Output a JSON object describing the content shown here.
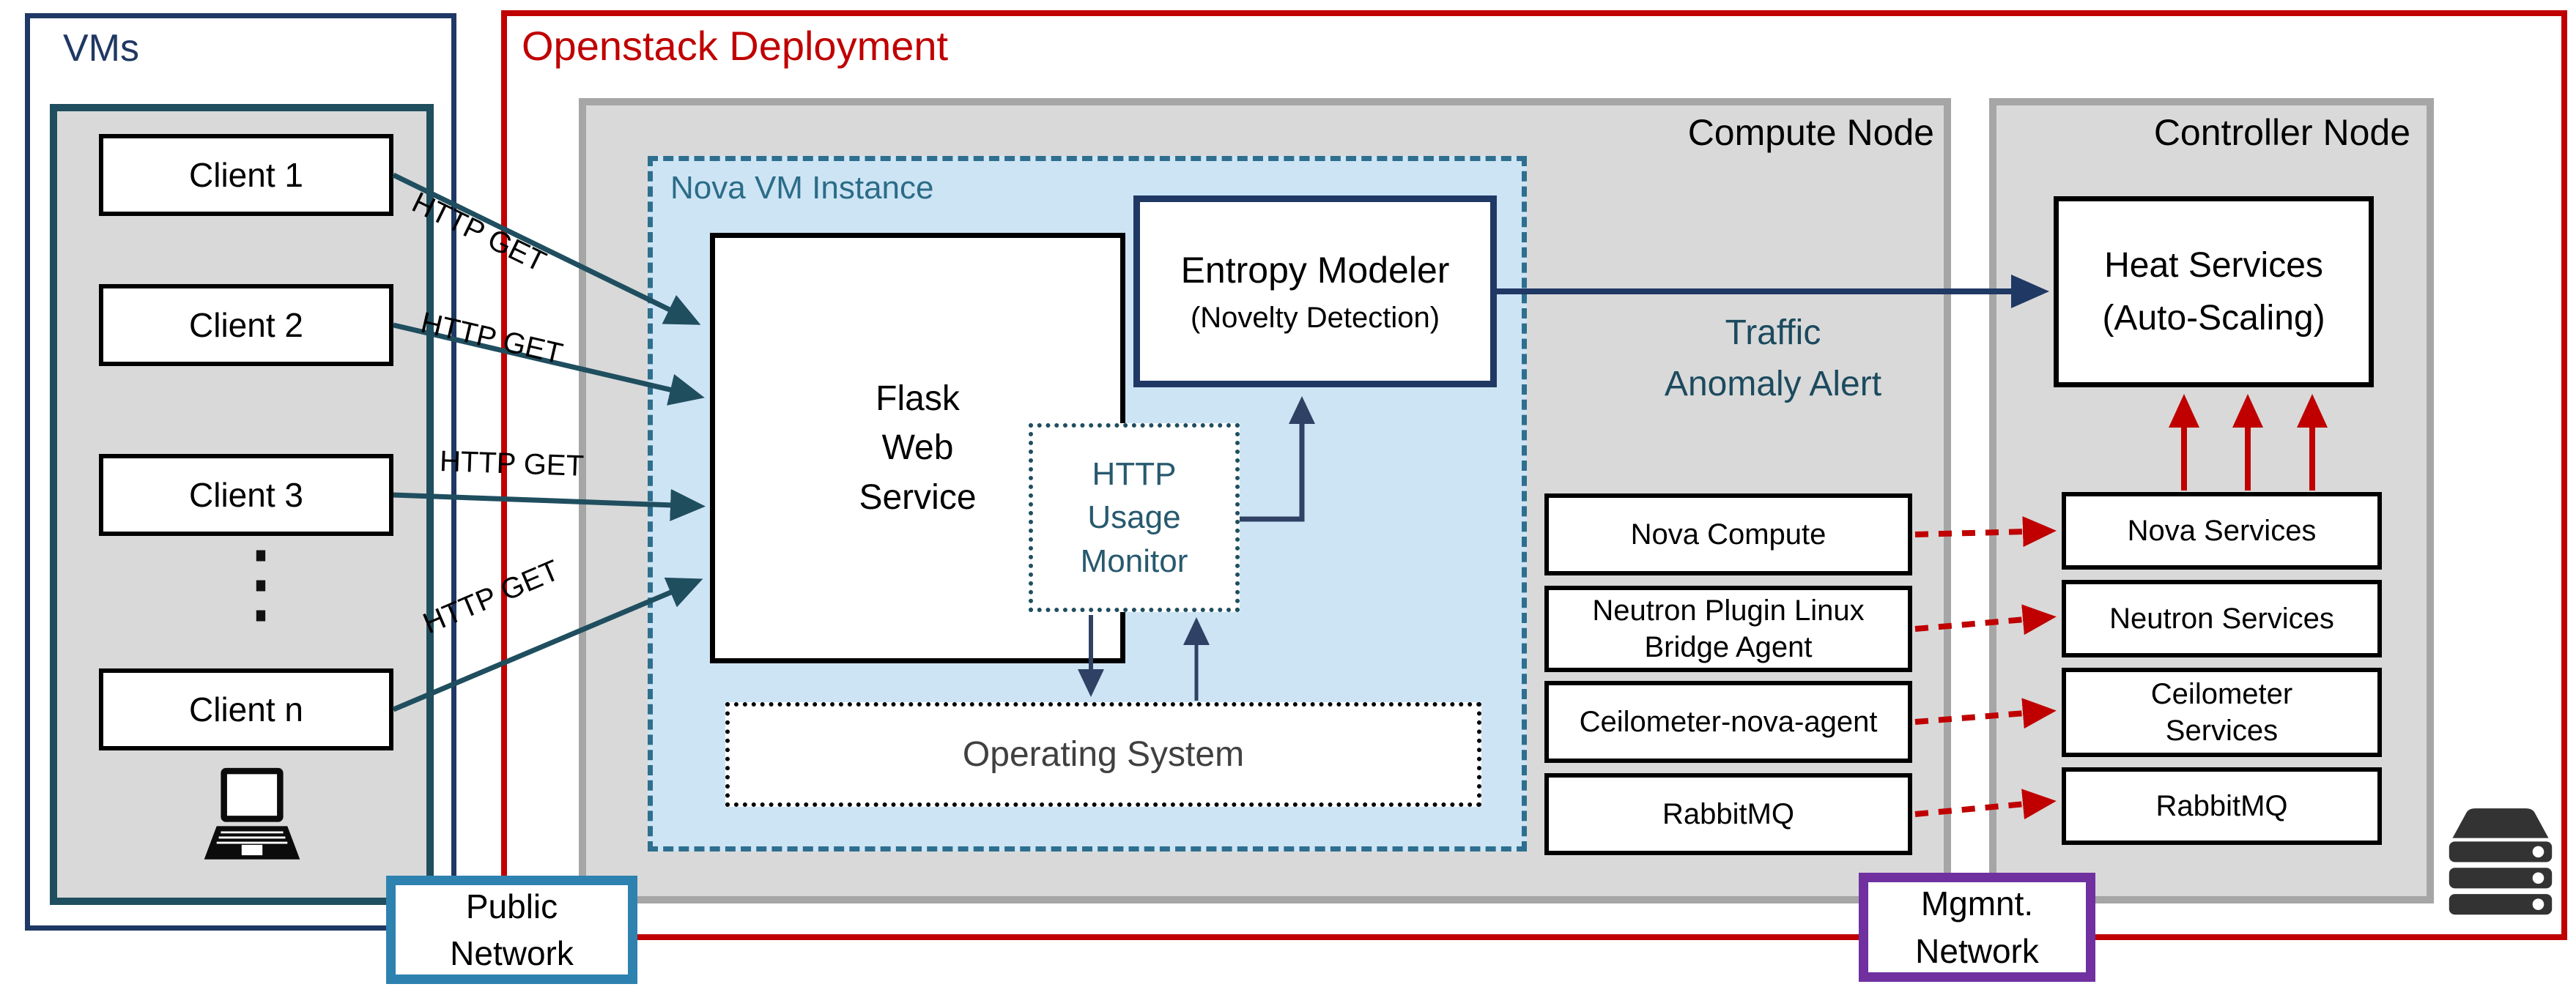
{
  "colors": {
    "navy": "#1F3864",
    "teal_line": "#1F4E5F",
    "teal_text": "#2B6C88",
    "red": "#C00000",
    "gray_fill": "#D9D9D9",
    "gray_border": "#A6A6A6",
    "nova_vm_fill": "#CDE4F4",
    "public_network_border": "#2E82B0",
    "mgmnt_network_border": "#7030A0"
  },
  "vms": {
    "label": "VMs",
    "clients": [
      "Client 1",
      "Client 2",
      "Client 3",
      "Client n"
    ],
    "ellipsis": "⋮"
  },
  "public_network": {
    "line1": "Public",
    "line2": "Network"
  },
  "mgmnt_network": {
    "line1": "Mgmnt.",
    "line2": "Network"
  },
  "openstack": {
    "title": "Openstack Deployment"
  },
  "compute_node": {
    "title": "Compute Node",
    "services": [
      "Nova Compute",
      "Neutron Plugin Linux Bridge Agent",
      "Ceilometer-nova-agent",
      "RabbitMQ"
    ]
  },
  "controller_node": {
    "title": "Controller Node",
    "heat_line1": "Heat Services",
    "heat_line2": "(Auto-Scaling)",
    "services": [
      "Nova Services",
      "Neutron Services",
      "Ceilometer Services",
      "RabbitMQ"
    ]
  },
  "nova_vm": {
    "label": "Nova VM Instance",
    "flask": [
      "Flask",
      "Web",
      "Service"
    ],
    "monitor": [
      "HTTP",
      "Usage",
      "Monitor"
    ],
    "entropy_line1": "Entropy Modeler",
    "entropy_line2": "(Novelty Detection)",
    "os": "Operating System"
  },
  "annotations": {
    "http_get": [
      "HTTP GET",
      "HTTP GET",
      "HTTP GET",
      "HTTP GET"
    ],
    "traffic_line1": "Traffic",
    "traffic_line2": "Anomaly Alert"
  }
}
